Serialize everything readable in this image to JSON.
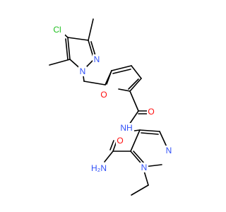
{
  "molecule": {
    "colors": {
      "carbon_bond": "#000000",
      "nitrogen": "#3050F8",
      "oxygen": "#FF0D0D",
      "chlorine": "#1FC01F",
      "background": "#ffffff"
    },
    "atoms": {
      "cl": "Cl",
      "n_pyrazole1_a": "N",
      "n_pyrazole1_b": "N",
      "o_furan": "O",
      "o_carbonyl": "O",
      "nh": "NH",
      "n_pyrazole2_a": "N",
      "h2n": "H₂N",
      "o_amide": "O",
      "n_pyrazole2_b": "N"
    }
  }
}
